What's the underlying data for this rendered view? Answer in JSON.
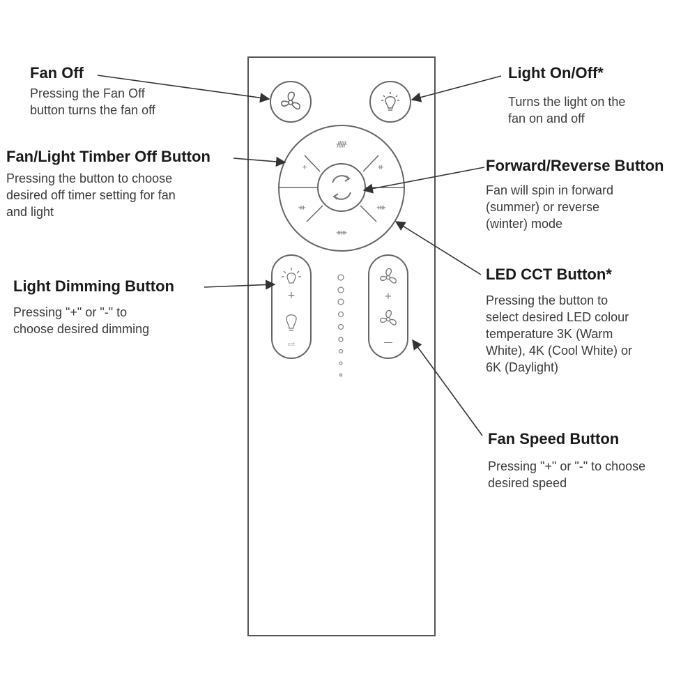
{
  "annotations": {
    "fan_off": {
      "title": "Fan Off",
      "desc": "Pressing the Fan Off\nbutton turns the fan off"
    },
    "light_onoff": {
      "title": "Light On/Off*",
      "desc": "Turns the light on the\nfan on and off"
    },
    "timer_off": {
      "title": "Fan/Light Timber Off Button",
      "desc": "Pressing the button to choose\ndesired off timer setting for fan\nand light"
    },
    "forward_reverse": {
      "title": "Forward/Reverse Button",
      "desc": "Fan will spin in forward\n(summer) or reverse\n(winter) mode"
    },
    "light_dimming": {
      "title": "Light Dimming Button",
      "desc": "Pressing \"+\" or \"-\" to\nchoose desired dimming"
    },
    "led_cct": {
      "title": "LED CCT Button*",
      "desc": "Pressing the button to\nselect desired LED colour\ntemperature 3K (Warm\nWhite), 4K (Cool White) or\n6K (Daylight)"
    },
    "fan_speed": {
      "title": "Fan Speed Button",
      "desc": "Pressing \"+\" or \"-\" to choose\ndesired speed"
    }
  },
  "remote": {
    "dimmer_plus": "+",
    "speed_plus": "+",
    "speed_minus": "—",
    "dimmer_bottom_label": "cct"
  },
  "icons": {
    "fan_off": "fan-icon",
    "light_onoff": "bulb-icon",
    "forward_reverse": "rotate-arrows-icon",
    "dimmer_top": "bright-bulb-icon",
    "dimmer_bottom": "dim-bulb-icon",
    "speed_up": "fan-icon",
    "speed_down": "fan-icon",
    "speed_indicator": "speed-led-column"
  },
  "colors": {
    "line": "#555555",
    "text": "#1a1a1a",
    "background": "#ffffff"
  }
}
